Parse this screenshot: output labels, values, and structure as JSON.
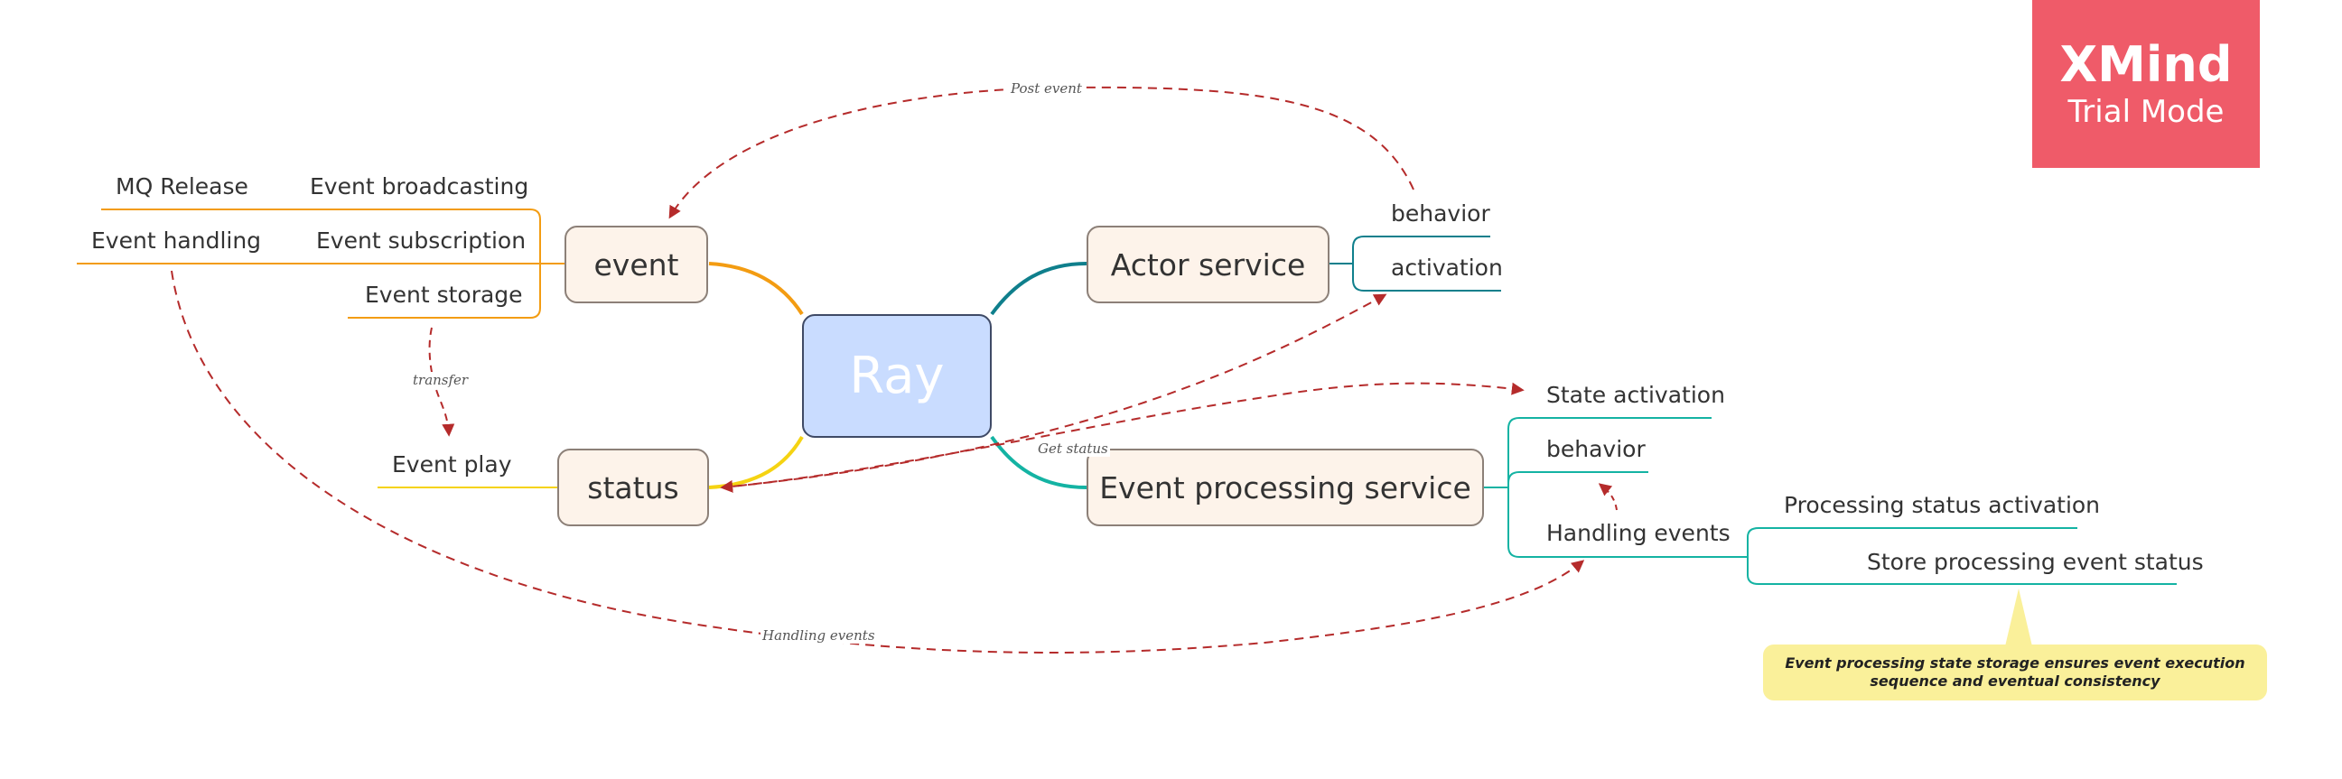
{
  "central": {
    "label": "Ray"
  },
  "branches": {
    "event": {
      "label": "event",
      "children": [
        "Event broadcasting",
        "Event subscription",
        "Event storage"
      ],
      "grandchildren": [
        "MQ Release",
        "Event handling"
      ]
    },
    "status": {
      "label": "status",
      "children": [
        "Event play"
      ]
    },
    "actor_service": {
      "label": "Actor service",
      "children": [
        "behavior",
        "activation"
      ]
    },
    "event_processing_service": {
      "label": "Event processing service",
      "children": [
        "State activation",
        "behavior",
        "Handling events"
      ],
      "grandchildren": [
        "Processing status activation",
        "Store processing event status"
      ]
    }
  },
  "relationships": {
    "post_event": "Post event",
    "transfer": "transfer",
    "get_status": "Get status",
    "handling_events": "Handling events"
  },
  "note": "Event processing state storage ensures event execution sequence and eventual consistency",
  "watermark": {
    "line1": "XMind",
    "line2": "Trial Mode"
  },
  "colors": {
    "orange": "#f39c12",
    "yellow": "#f5d312",
    "teal_dark": "#0f7f8c",
    "teal": "#14b3a3",
    "relationship": "#b52b2b",
    "watermark_bg": "#ef5b69",
    "note_bg": "#faf09a"
  }
}
